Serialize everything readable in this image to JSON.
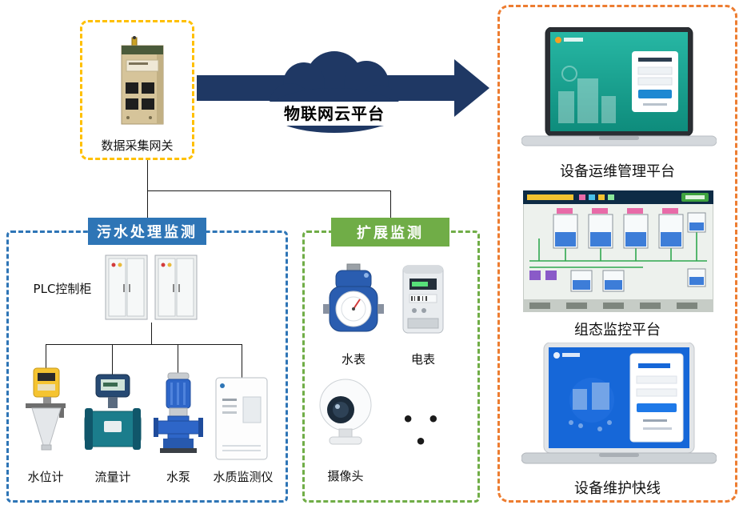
{
  "colors": {
    "gateway_box_border": "#FFC000",
    "cloud_fill": "#1F3864",
    "arrow_fill": "#1F3864",
    "sewage_accent": "#2E75B6",
    "extension_accent": "#70AD47",
    "platform_box_border": "#ED7D31"
  },
  "gateway": {
    "label": "数据采集网关"
  },
  "cloud": {
    "label": "物联网云平台"
  },
  "sewage": {
    "title": "污水处理监测",
    "plc_label": "PLC控制柜",
    "devices": [
      {
        "label": "水位计"
      },
      {
        "label": "流量计"
      },
      {
        "label": "水泵"
      },
      {
        "label": "水质监测仪"
      }
    ]
  },
  "extension": {
    "title": "扩展监测",
    "meters": [
      {
        "label": "水表"
      },
      {
        "label": "电表"
      }
    ],
    "camera_label": "摄像头",
    "ellipsis": "• • •"
  },
  "platforms": [
    {
      "label": "设备运维管理平台"
    },
    {
      "label": "组态监控平台"
    },
    {
      "label": "设备维护快线"
    }
  ]
}
